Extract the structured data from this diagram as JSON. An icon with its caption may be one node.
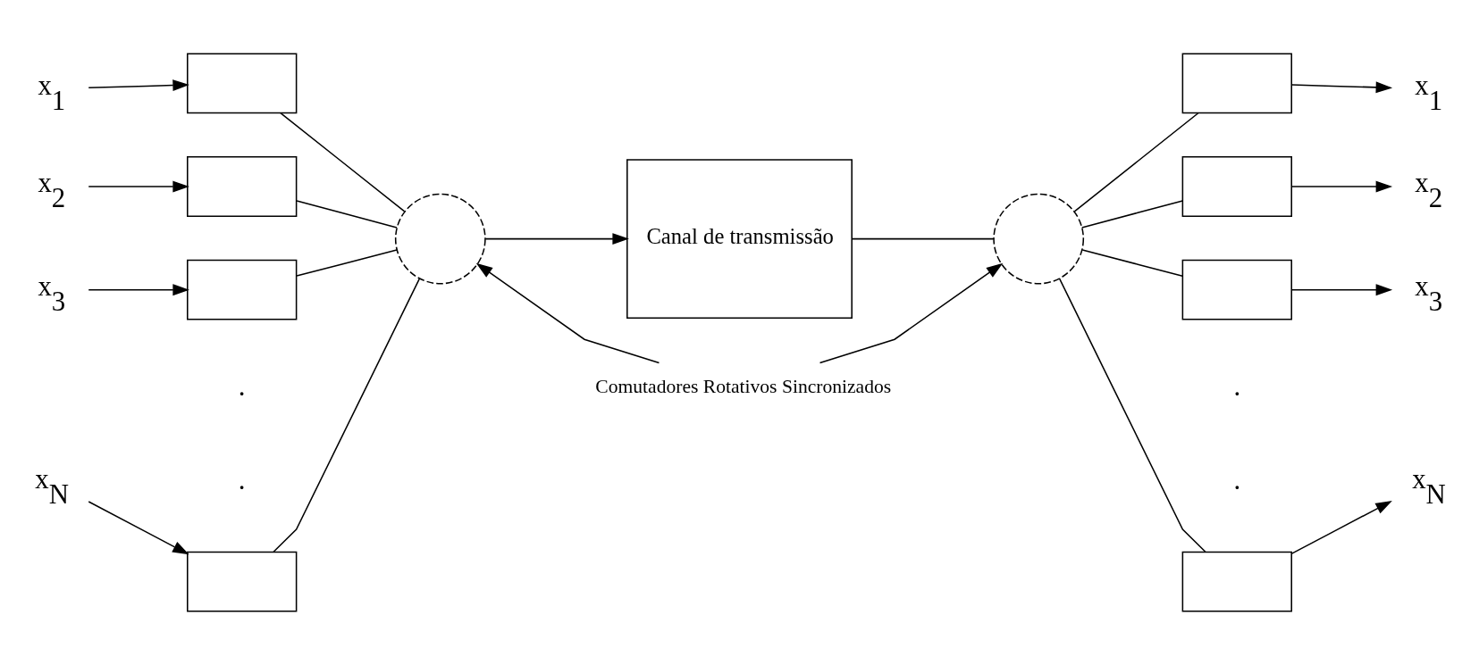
{
  "diagram": {
    "nodes": [
      {
        "text": [
          "x$_{1}$"
        ]
      },
      {
        "text": [
          "x$_{2}$"
        ]
      },
      {
        "text": [
          "x$_{3}$"
        ]
      },
      {
        "text": [
          "x$_{N}$"
        ]
      },
      {
        "text": [],
        "shape": "box"
      },
      {
        "text": [],
        "shape": "box"
      },
      {
        "text": [],
        "shape": "box"
      },
      {
        "text": [],
        "shape": "box"
      },
      {
        "text": [],
        "shape": "circle"
      },
      {
        "text": [
          "Canal de transmissão"
        ]
      },
      {
        "text": [],
        "shape": "circle"
      },
      {
        "text": [],
        "shape": "box"
      },
      {
        "text": [],
        "shape": "box"
      },
      {
        "text": [],
        "shape": "box"
      },
      {
        "text": [],
        "shape": "box"
      },
      {
        "text": [
          "x$_{1}$"
        ]
      },
      {
        "text": [
          "x$_{2}$"
        ]
      },
      {
        "text": [
          "x$_{3}$"
        ]
      },
      {
        "text": [
          "x$_{N}$"
        ]
      },
      {
        "text": [
          "Comutadores Rotativos Sincronizados"
        ]
      }
    ],
    "edges": [
      {
        "from": 0,
        "to": 4,
        "arrow": "to"
      },
      {
        "from": 1,
        "to": 5,
        "arrow": "to"
      },
      {
        "from": 2,
        "to": 6,
        "arrow": "to"
      },
      {
        "from": 3,
        "to": 7,
        "arrow": "to"
      },
      {
        "from": 4,
        "to": 8,
        "arrow": "none"
      },
      {
        "from": 5,
        "to": 8,
        "arrow": "none"
      },
      {
        "from": 6,
        "to": 8,
        "arrow": "none"
      },
      {
        "from": 7,
        "to": 8,
        "arrow": "none"
      },
      {
        "from": 8,
        "to": 9,
        "arrow": "to"
      },
      {
        "from": 9,
        "to": 10,
        "arrow": "none"
      },
      {
        "from": 10,
        "to": 11,
        "arrow": "none"
      },
      {
        "from": 10,
        "to": 12,
        "arrow": "none"
      },
      {
        "from": 10,
        "to": 13,
        "arrow": "none"
      },
      {
        "from": 10,
        "to": 14,
        "arrow": "none"
      },
      {
        "from": 11,
        "to": 15,
        "arrow": "to"
      },
      {
        "from": 12,
        "to": 16,
        "arrow": "to"
      },
      {
        "from": 13,
        "to": 17,
        "arrow": "to"
      },
      {
        "from": 14,
        "to": 18,
        "arrow": "to"
      },
      {
        "from": 19,
        "to": 8,
        "arrow": "to"
      },
      {
        "from": 19,
        "to": 10,
        "arrow": "to"
      }
    ],
    "labels": [
      ".",
      ".",
      ".",
      "."
    ]
  }
}
